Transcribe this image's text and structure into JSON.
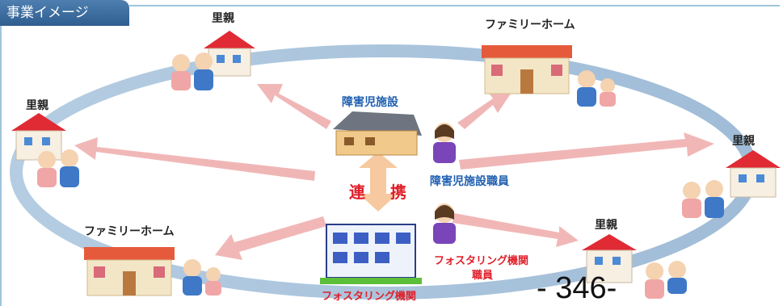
{
  "header": {
    "tag": "事業イメージ"
  },
  "nodes": {
    "satooya_top": "里親",
    "family_home_top": "ファミリーホーム",
    "satooya_left": "里親",
    "satooya_right": "里親",
    "family_home_bottom": "ファミリーホーム",
    "satooya_bottom": "里親",
    "shogaiji_shisetsu": "障害児施設",
    "shogaiji_shisetsu_staff": "障害児施設職員",
    "renkei": "連 携",
    "fostering_org": "フォスタリング機関",
    "fostering_staff_line1": "フォスタリング機関",
    "fostering_staff_line2": "職員"
  },
  "footer": {
    "page_number": "- 346-"
  }
}
